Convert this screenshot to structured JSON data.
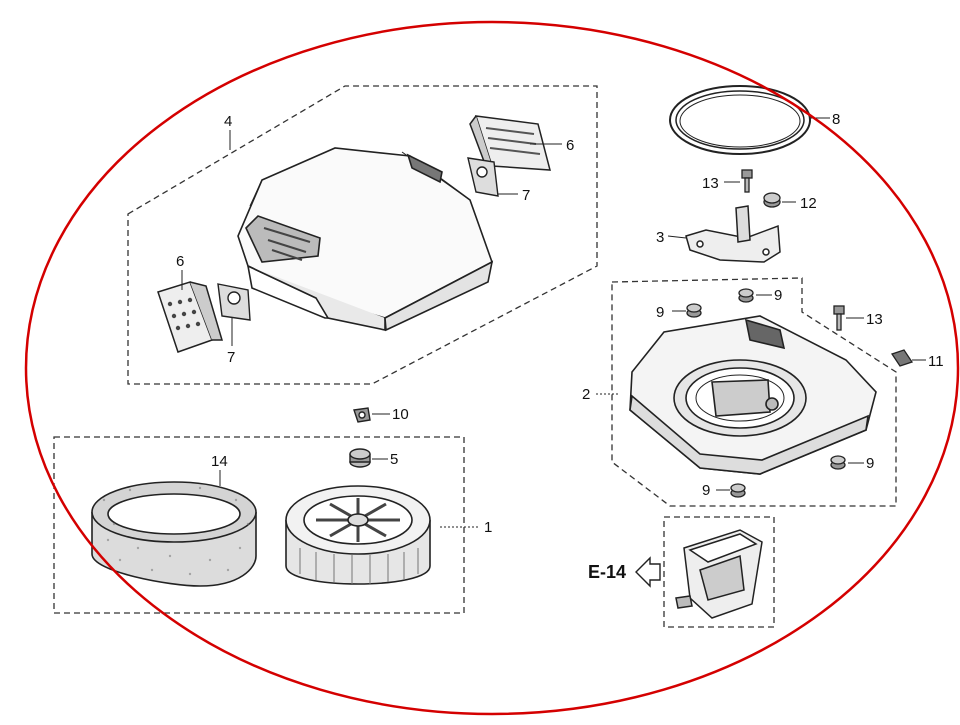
{
  "highlight": {
    "color": "#d40000"
  },
  "callouts": {
    "c1": "1",
    "c2": "2",
    "c3": "3",
    "c4": "4",
    "c5": "5",
    "c6a": "6",
    "c6b": "6",
    "c7a": "7",
    "c7b": "7",
    "c8": "8",
    "c9a": "9",
    "c9b": "9",
    "c9c": "9",
    "c9d": "9",
    "c10": "10",
    "c11": "11",
    "c12": "12",
    "c13a": "13",
    "c13b": "13",
    "c14": "14"
  },
  "reference": {
    "label": "E-14"
  }
}
